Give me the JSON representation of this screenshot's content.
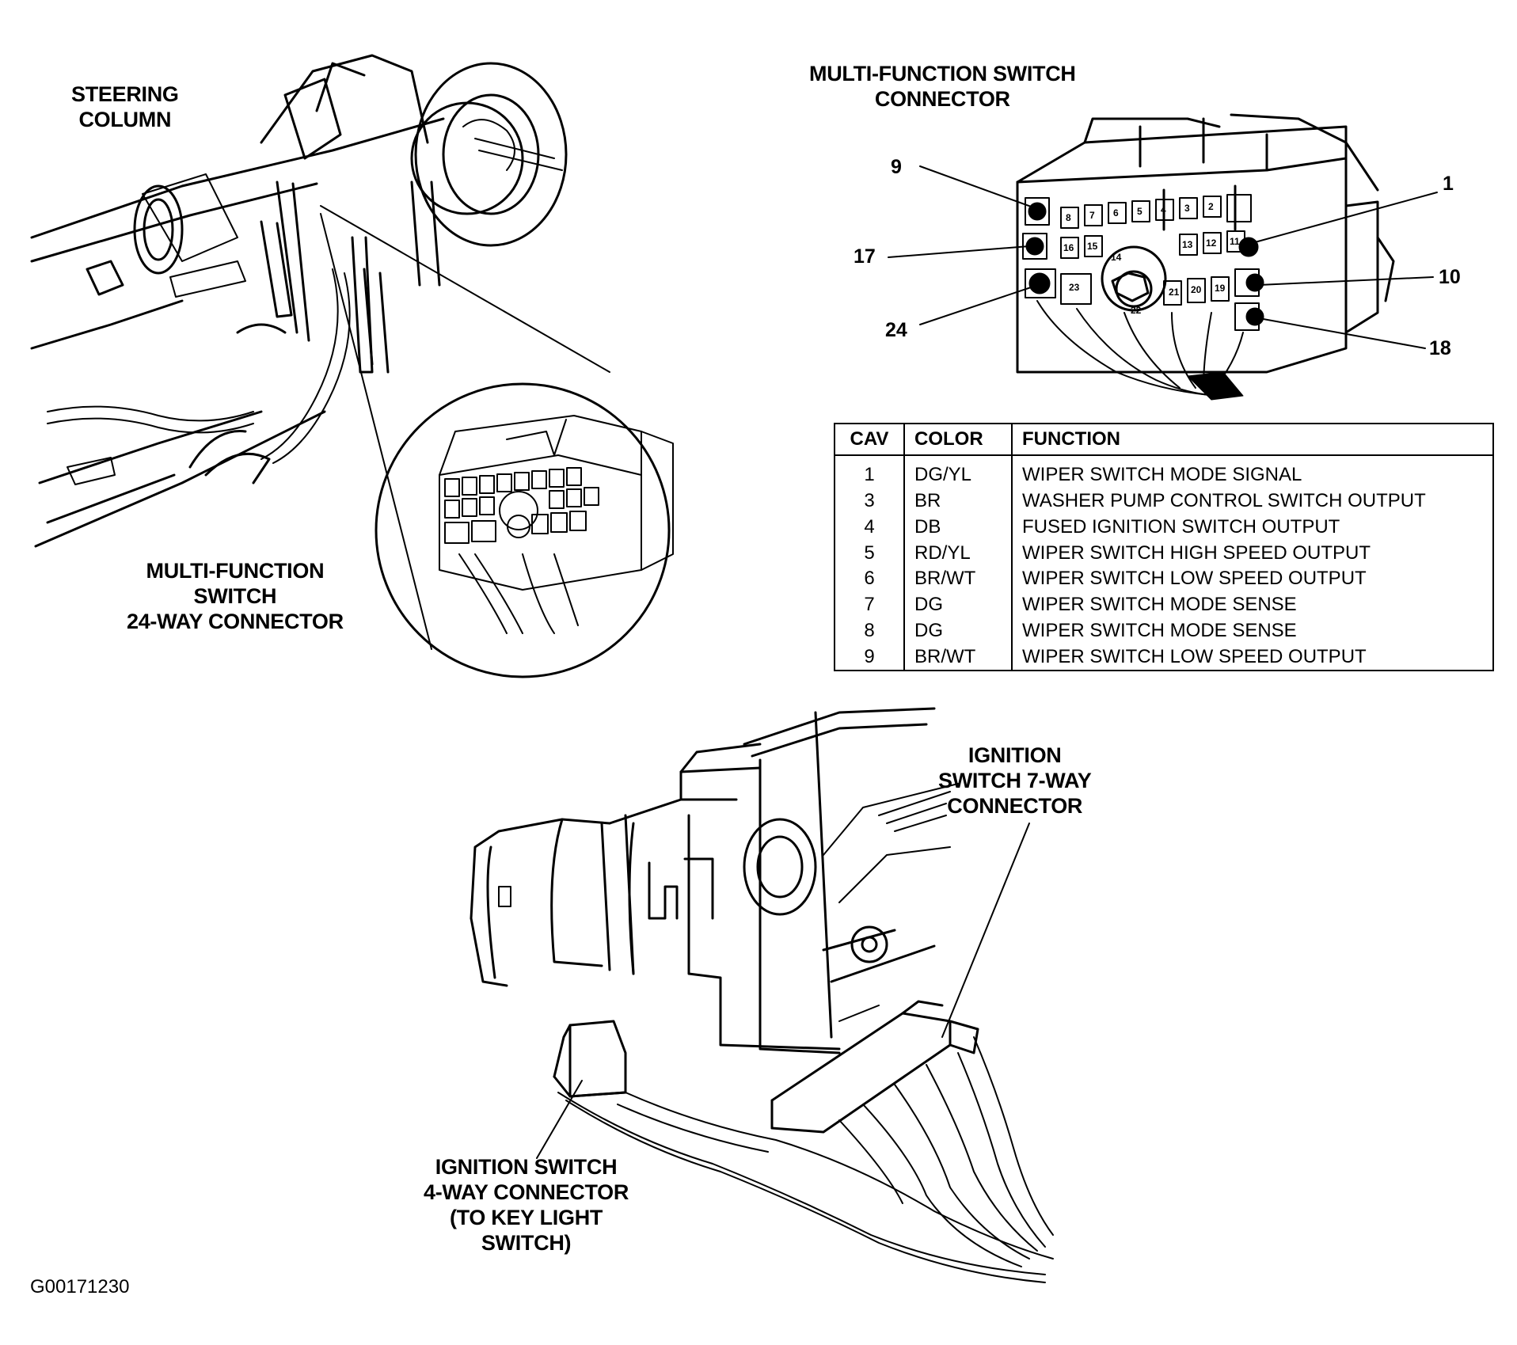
{
  "labels": {
    "steering_column": [
      "STEERING",
      "COLUMN"
    ],
    "mfs_connector": [
      "MULTI-FUNCTION SWITCH",
      "CONNECTOR"
    ],
    "mfs_24way": [
      "MULTI-FUNCTION",
      "SWITCH",
      "24-WAY CONNECTOR"
    ],
    "ign_7way": [
      "IGNITION",
      "SWITCH 7-WAY",
      "CONNECTOR"
    ],
    "ign_4way": [
      "IGNITION SWITCH",
      "4-WAY CONNECTOR",
      "(TO KEY LIGHT",
      "SWITCH)"
    ]
  },
  "pin_callouts": {
    "p9": "9",
    "p17": "17",
    "p24": "24",
    "p1": "1",
    "p10": "10",
    "p18": "18"
  },
  "connector_cells": {
    "row1": [
      "8",
      "7",
      "6",
      "5",
      "4",
      "3",
      "2"
    ],
    "row2": [
      "16",
      "15",
      "14",
      "13",
      "12",
      "11"
    ],
    "row3": [
      "23",
      "22",
      "21",
      "20",
      "19"
    ]
  },
  "table": {
    "headers": [
      "CAV",
      "COLOR",
      "FUNCTION"
    ],
    "rows": [
      [
        "1",
        "DG/YL",
        "WIPER SWITCH MODE SIGNAL"
      ],
      [
        "3",
        "BR",
        "WASHER PUMP CONTROL SWITCH OUTPUT"
      ],
      [
        "4",
        "DB",
        "FUSED IGNITION SWITCH OUTPUT"
      ],
      [
        "5",
        "RD/YL",
        "WIPER SWITCH HIGH SPEED OUTPUT"
      ],
      [
        "6",
        "BR/WT",
        "WIPER SWITCH LOW SPEED OUTPUT"
      ],
      [
        "7",
        "DG",
        "WIPER SWITCH MODE SENSE"
      ],
      [
        "8",
        "DG",
        "WIPER SWITCH MODE SENSE"
      ],
      [
        "9",
        "BR/WT",
        "WIPER SWITCH LOW SPEED OUTPUT"
      ]
    ]
  },
  "figure_id": "G00171230"
}
